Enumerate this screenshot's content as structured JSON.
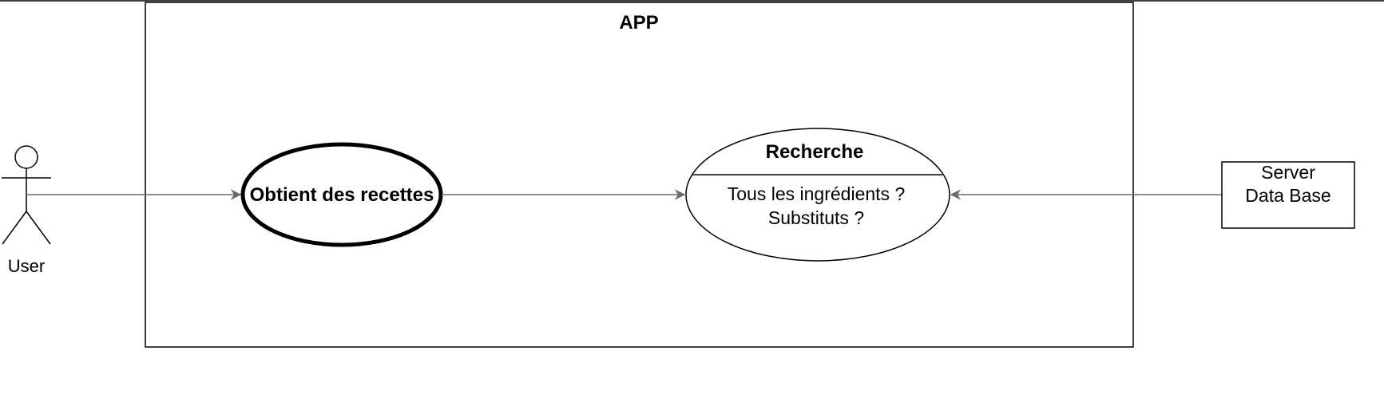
{
  "system": {
    "title": "APP"
  },
  "actor": {
    "label": "User"
  },
  "use_cases": {
    "main": {
      "label": "Obtient des recettes"
    },
    "search": {
      "title": "Recherche",
      "line1": "Tous les ingrédients ?",
      "line2": "Substituts ?"
    }
  },
  "external": {
    "line1": "Server",
    "line2": "Data Base"
  },
  "colors": {
    "stroke": "#000000",
    "connector": "#6b6b6b"
  }
}
